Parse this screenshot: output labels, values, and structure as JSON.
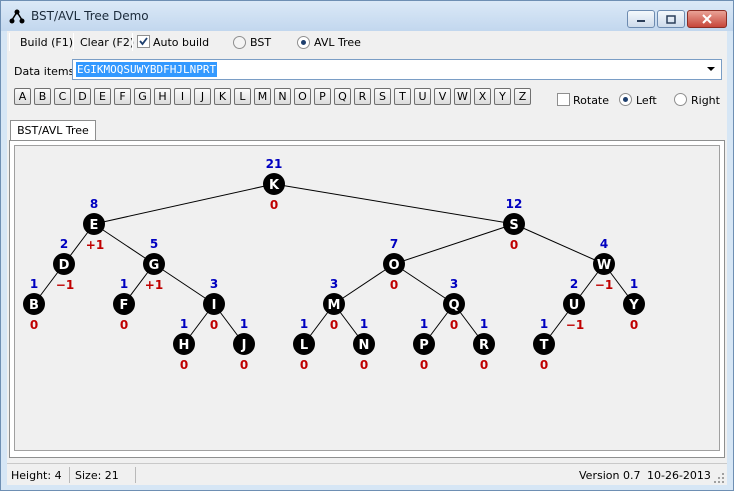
{
  "window": {
    "title": "BST/AVL Tree Demo"
  },
  "toolbar": {
    "build": "Build (F1)",
    "clear": "Clear (F2)",
    "auto_build": "Auto build",
    "auto_build_checked": true,
    "bst": "BST",
    "avl": "AVL Tree",
    "selected_mode": "AVL Tree"
  },
  "data_items": {
    "label": "Data items:",
    "value": "EGIKMOQSUWYBDFHJLNPRT"
  },
  "letters": [
    "A",
    "B",
    "C",
    "D",
    "E",
    "F",
    "G",
    "H",
    "I",
    "J",
    "K",
    "L",
    "M",
    "N",
    "O",
    "P",
    "Q",
    "R",
    "S",
    "T",
    "U",
    "V",
    "W",
    "X",
    "Y",
    "Z"
  ],
  "options": {
    "rotate": "Rotate",
    "rotate_checked": false,
    "left": "Left",
    "right": "Right",
    "direction": "Left"
  },
  "tab": {
    "label": "BST/AVL Tree"
  },
  "tree": {
    "nodes": [
      {
        "key": "K",
        "size": "21",
        "balance": "0",
        "parent": null
      },
      {
        "key": "E",
        "size": "8",
        "balance": "+1",
        "parent": "K"
      },
      {
        "key": "S",
        "size": "12",
        "balance": "0",
        "parent": "K"
      },
      {
        "key": "D",
        "size": "2",
        "balance": "−1",
        "parent": "E"
      },
      {
        "key": "G",
        "size": "5",
        "balance": "+1",
        "parent": "E"
      },
      {
        "key": "O",
        "size": "7",
        "balance": "0",
        "parent": "S"
      },
      {
        "key": "W",
        "size": "4",
        "balance": "−1",
        "parent": "S"
      },
      {
        "key": "B",
        "size": "1",
        "balance": "0",
        "parent": "D"
      },
      {
        "key": "F",
        "size": "1",
        "balance": "0",
        "parent": "G"
      },
      {
        "key": "I",
        "size": "3",
        "balance": "0",
        "parent": "G"
      },
      {
        "key": "M",
        "size": "3",
        "balance": "0",
        "parent": "O"
      },
      {
        "key": "Q",
        "size": "3",
        "balance": "0",
        "parent": "O"
      },
      {
        "key": "U",
        "size": "2",
        "balance": "−1",
        "parent": "W"
      },
      {
        "key": "Y",
        "size": "1",
        "balance": "0",
        "parent": "W"
      },
      {
        "key": "H",
        "size": "1",
        "balance": "0",
        "parent": "I"
      },
      {
        "key": "J",
        "size": "1",
        "balance": "0",
        "parent": "I"
      },
      {
        "key": "L",
        "size": "1",
        "balance": "0",
        "parent": "M"
      },
      {
        "key": "N",
        "size": "1",
        "balance": "0",
        "parent": "M"
      },
      {
        "key": "P",
        "size": "1",
        "balance": "0",
        "parent": "Q"
      },
      {
        "key": "R",
        "size": "1",
        "balance": "0",
        "parent": "Q"
      },
      {
        "key": "T",
        "size": "1",
        "balance": "0",
        "parent": "U"
      }
    ],
    "colors": {
      "node_fill": "#000000",
      "node_text": "#ffffff",
      "size_text": "#0000c0",
      "balance_text": "#c00000",
      "edge": "#000000"
    }
  },
  "status": {
    "height": "Height: 4",
    "size": "Size: 21",
    "version": "Version 0.7",
    "date": "10-26-2013"
  }
}
